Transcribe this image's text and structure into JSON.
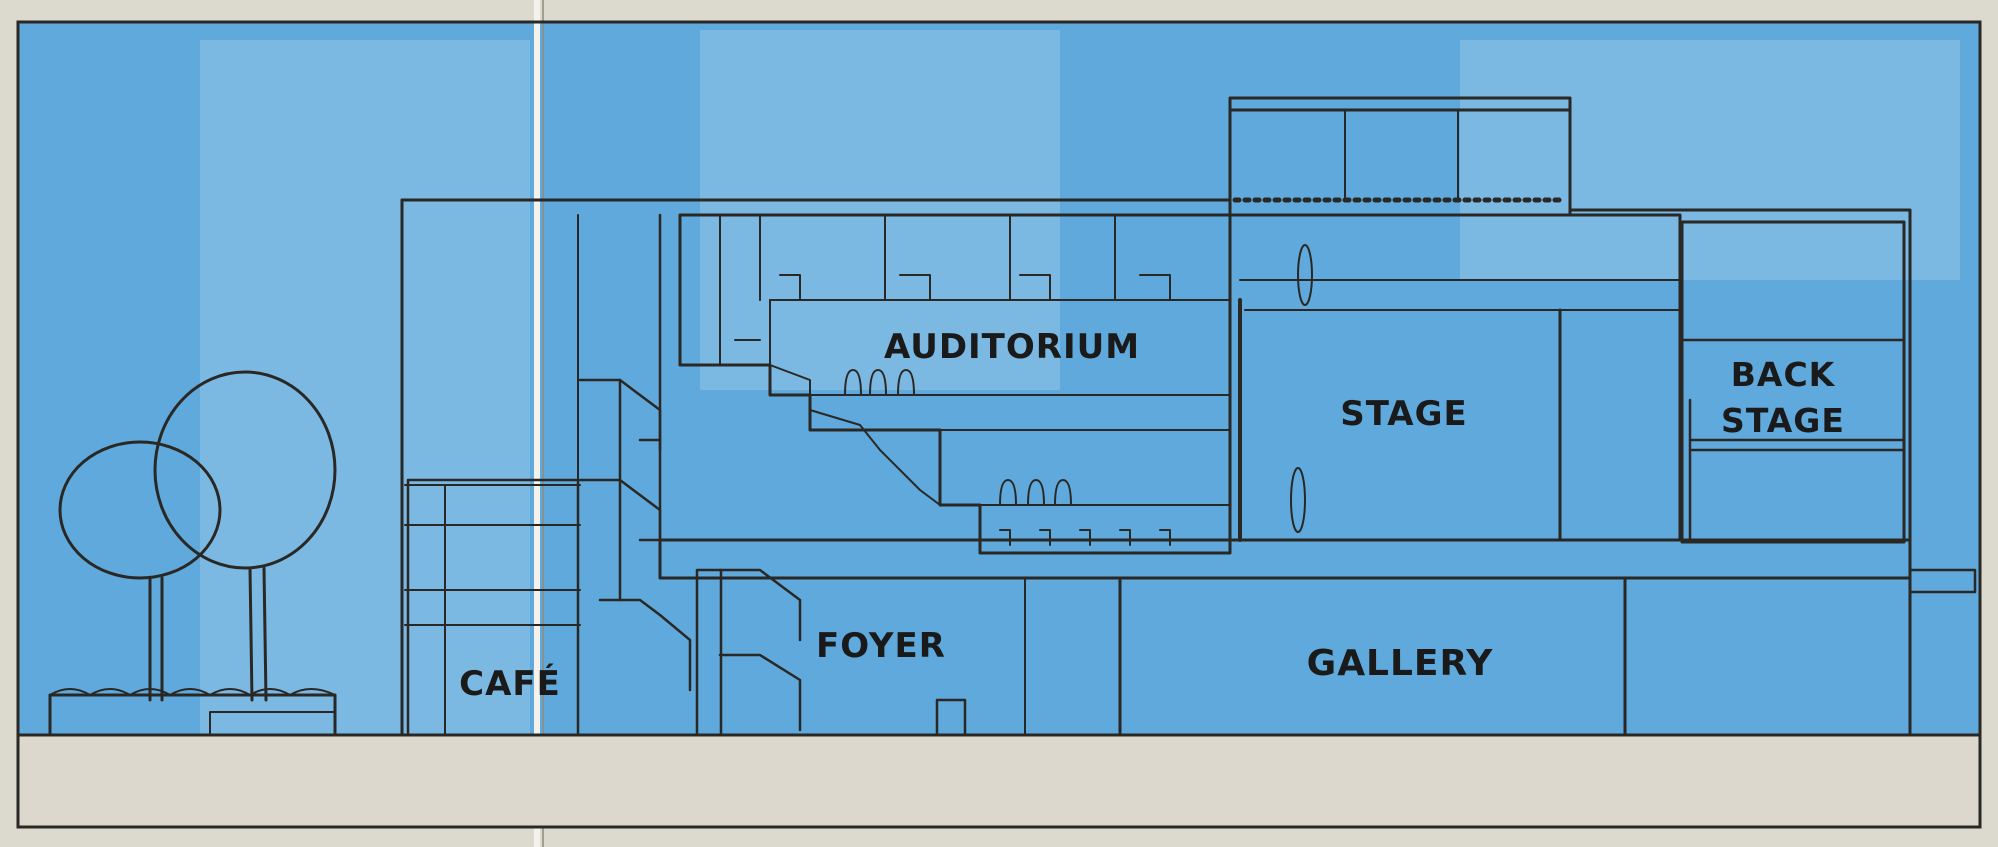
{
  "diagram": {
    "labels": {
      "auditorium": "AUDITORIUM",
      "stage": "STAGE",
      "back_stage_line1": "BACK",
      "back_stage_line2": "STAGE",
      "foyer": "FOYER",
      "cafe": "CAFÉ",
      "gallery": "GALLERY"
    },
    "colors": {
      "sky": "#5fa9dc",
      "auditorium": "#f0946a",
      "stage": "#f38b60",
      "gallery": "#f5b44a",
      "backstage": "#c9d1d0",
      "paper": "#e9e6dc",
      "cafe": "#d8d2c4",
      "ground": "#dcd8cd"
    },
    "icons": {
      "trees": "tree-icon",
      "audience": "person-icon",
      "stairs": "staircase-icon"
    }
  }
}
